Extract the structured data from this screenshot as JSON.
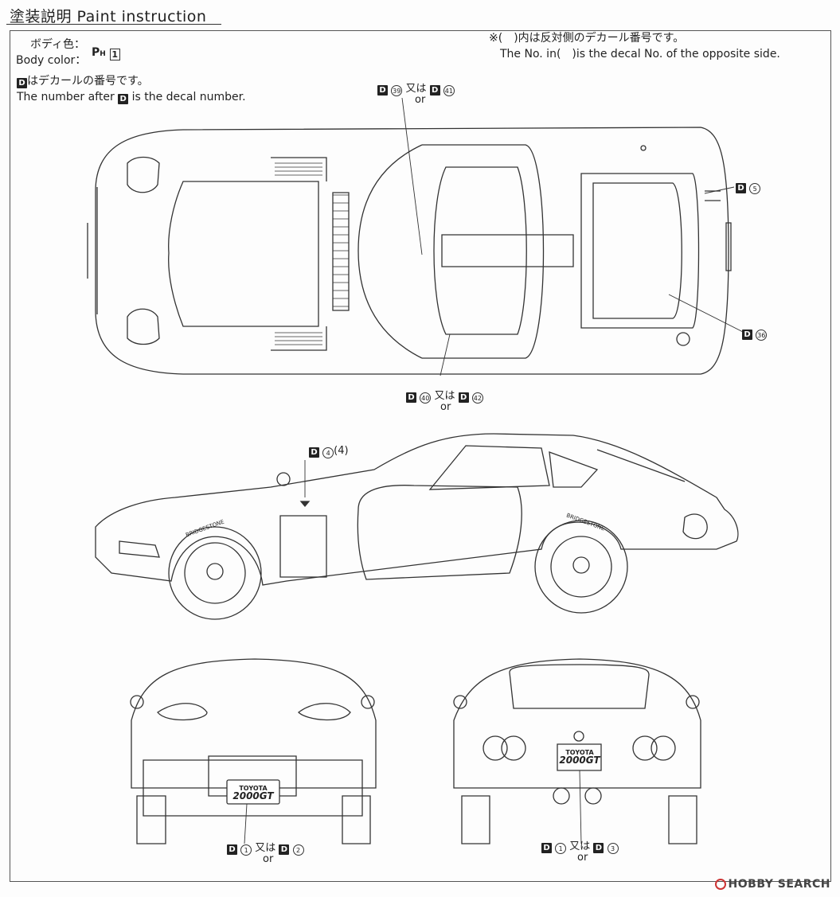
{
  "header": {
    "title": "塗装説明 Paint instruction"
  },
  "body_color": {
    "label_jp": "ボディ色：",
    "label_en": "Body color：",
    "code": "P",
    "code_sub": "H",
    "number": "1"
  },
  "decal_note": {
    "jp_suffix": "はデカールの番号です。",
    "en_prefix": "The number after",
    "en_suffix": "is the decal number."
  },
  "opposite_note": {
    "jp": "※(　)内は反対側のデカール番号です。",
    "en": "The No. in(　)is the decal No. of the opposite side."
  },
  "callouts": {
    "d_letter": "D",
    "mata_wa": "又は",
    "or": "or",
    "top_a": {
      "first": "39",
      "second": "41"
    },
    "top_b": {
      "first": "40",
      "second": "42"
    },
    "top_c": {
      "n": "5"
    },
    "top_d": {
      "n": "36"
    },
    "side": {
      "n": "4",
      "opp": "(4)"
    },
    "front": {
      "first": "1",
      "second": "2"
    },
    "rear": {
      "first": "1",
      "second": "3"
    }
  },
  "plates": {
    "brand": "TOYOTA",
    "model": "2000GT"
  },
  "tire_text": "BRIDGESTONE",
  "watermark": {
    "text": "HOBBY SEARCH",
    "accent": "#cc3333"
  }
}
